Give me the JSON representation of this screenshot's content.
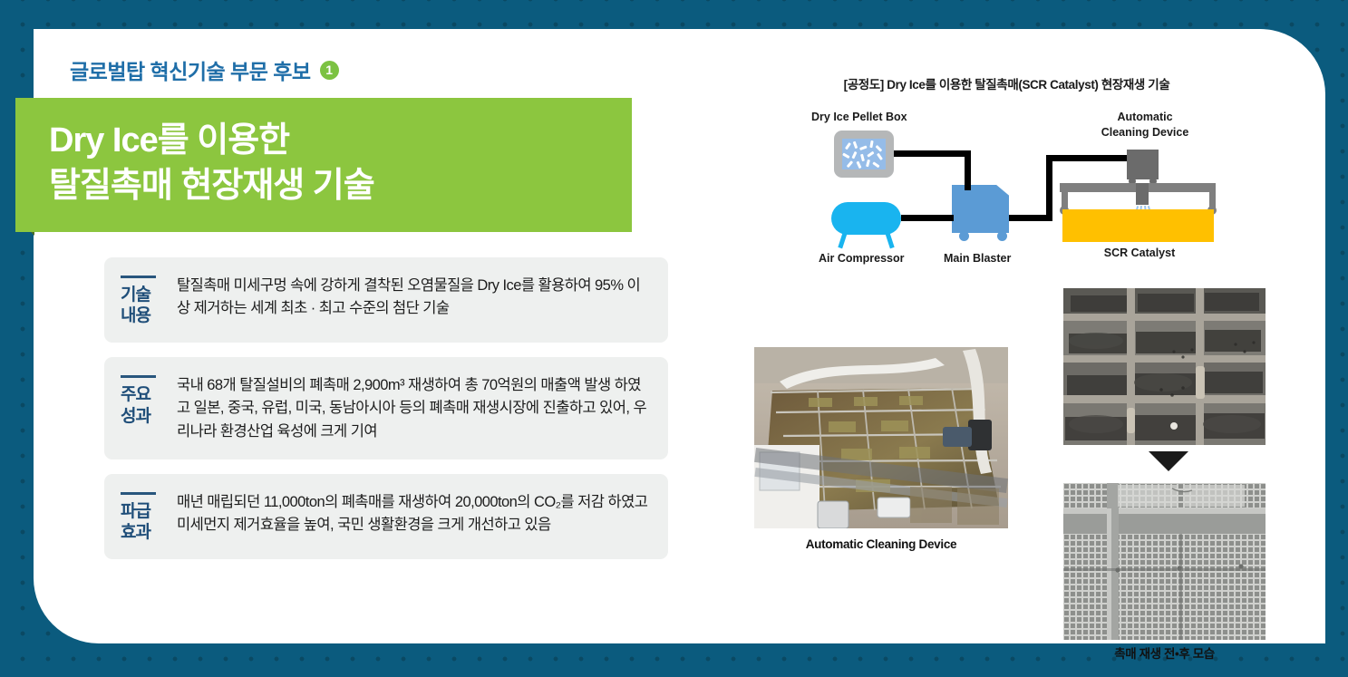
{
  "theme": {
    "background": "#0b5b7e",
    "dot": "#0a4963",
    "card": "#ffffff",
    "green": "#8cc63f",
    "green_shadow": "#4c6f26",
    "accent_blue": "#1f6ea8",
    "label_blue": "#1f4e79",
    "row_bg": "#eef0ef",
    "catalyst_yellow": "#ffc000",
    "blaster_blue": "#5b9bd5",
    "compressor_cyan": "#19b4ef",
    "device_gray": "#6b6b6b"
  },
  "eyebrow": {
    "text": "글로벌탑 혁신기술 부문 후보",
    "badge": "1"
  },
  "headline": {
    "line1": "Dry Ice를 이용한",
    "line2": "탈질촉매 현장재생 기술"
  },
  "rows": [
    {
      "label_line1": "기술",
      "label_line2": "내용",
      "body": "탈질촉매 미세구멍 속에 강하게 결착된 오염물질을 Dry Ice를 활용하여 95% 이상 제거하는 세계 최초 · 최고 수준의 첨단 기술"
    },
    {
      "label_line1": "주요",
      "label_line2": "성과",
      "body": "국내 68개 탈질설비의 폐촉매 2,900m³ 재생하여 총 70억원의 매출액 발생 하였고 일본, 중국, 유럽, 미국, 동남아시아 등의 폐촉매 재생시장에 진출하고 있어, 우리나라 환경산업 육성에 크게 기여"
    },
    {
      "label_line1": "파급",
      "label_line2": "효과",
      "body": "매년 매립되던 11,000ton의 폐촉매를 재생하여 20,000ton의 CO₂를 저감 하였고 미세먼지 제거효율을 높여, 국민 생활환경을 크게 개선하고 있음"
    }
  ],
  "diagram": {
    "title": "[공정도] Dry Ice를 이용한 탈질촉매(SCR Catalyst) 현장재생 기술",
    "nodes": {
      "pellet_box": "Dry Ice Pellet Box",
      "air_compressor": "Air Compressor",
      "main_blaster": "Main Blaster",
      "cleaning_device_line1": "Automatic",
      "cleaning_device_line2": "Cleaning  Device",
      "scr_catalyst": "SCR Catalyst"
    }
  },
  "photos": {
    "left_caption": "Automatic Cleaning Device",
    "right_caption": "촉매 재생 전•후 모습"
  }
}
